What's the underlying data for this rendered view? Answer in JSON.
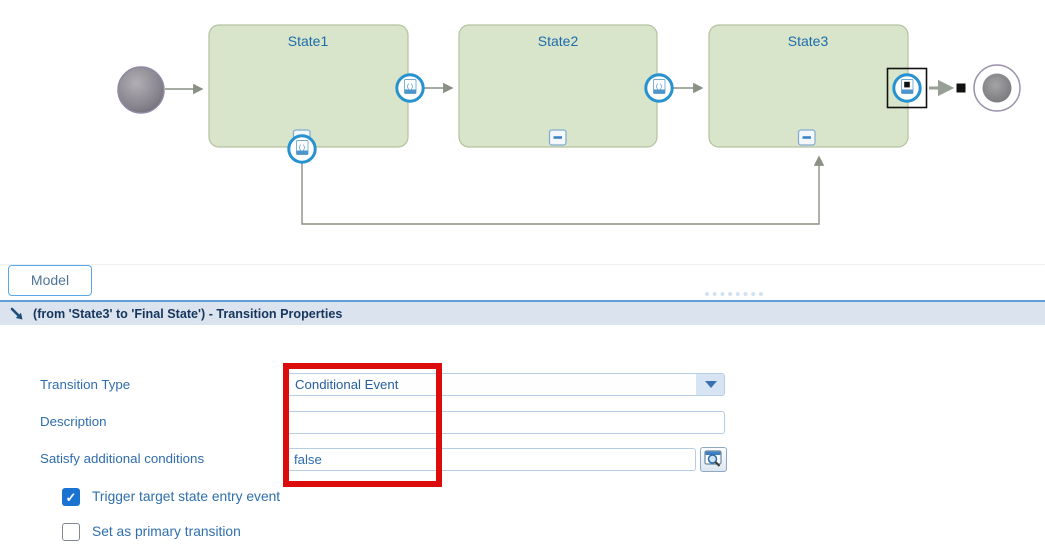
{
  "diagram": {
    "states": [
      {
        "label": "State1"
      },
      {
        "label": "State2"
      },
      {
        "label": "State3"
      }
    ]
  },
  "tab": {
    "label": "Model"
  },
  "panel": {
    "title": "(from 'State3' to 'Final State') - Transition Properties",
    "fields": {
      "transition_type": {
        "label": "Transition Type",
        "value": "Conditional Event"
      },
      "description": {
        "label": "Description",
        "value": ""
      },
      "satisfy_conditions": {
        "label": "Satisfy additional conditions",
        "value": "false"
      }
    },
    "checkboxes": [
      {
        "label": "Trigger target state entry event",
        "checked": true
      },
      {
        "label": "Set as primary transition",
        "checked": false
      }
    ]
  },
  "icons": {
    "check": "✓",
    "cond_glyph": "( )"
  },
  "colors": {
    "state_fill": "#d9e5cb",
    "state_border": "#b3c2a0",
    "state_title": "#1b6cab",
    "icon_ring": "#2692d0",
    "connector": "#8a9184",
    "header_bg": "#dae3ee",
    "header_border": "#5b9fd4",
    "header_text": "#17365d",
    "field_border": "#b7cde3",
    "label_text": "#2f6dad",
    "value_text": "#2c6cb4",
    "highlight_red": "#dd0c0c",
    "checkbox_checked": "#1a73d1",
    "tab_border": "#57a7e9"
  }
}
